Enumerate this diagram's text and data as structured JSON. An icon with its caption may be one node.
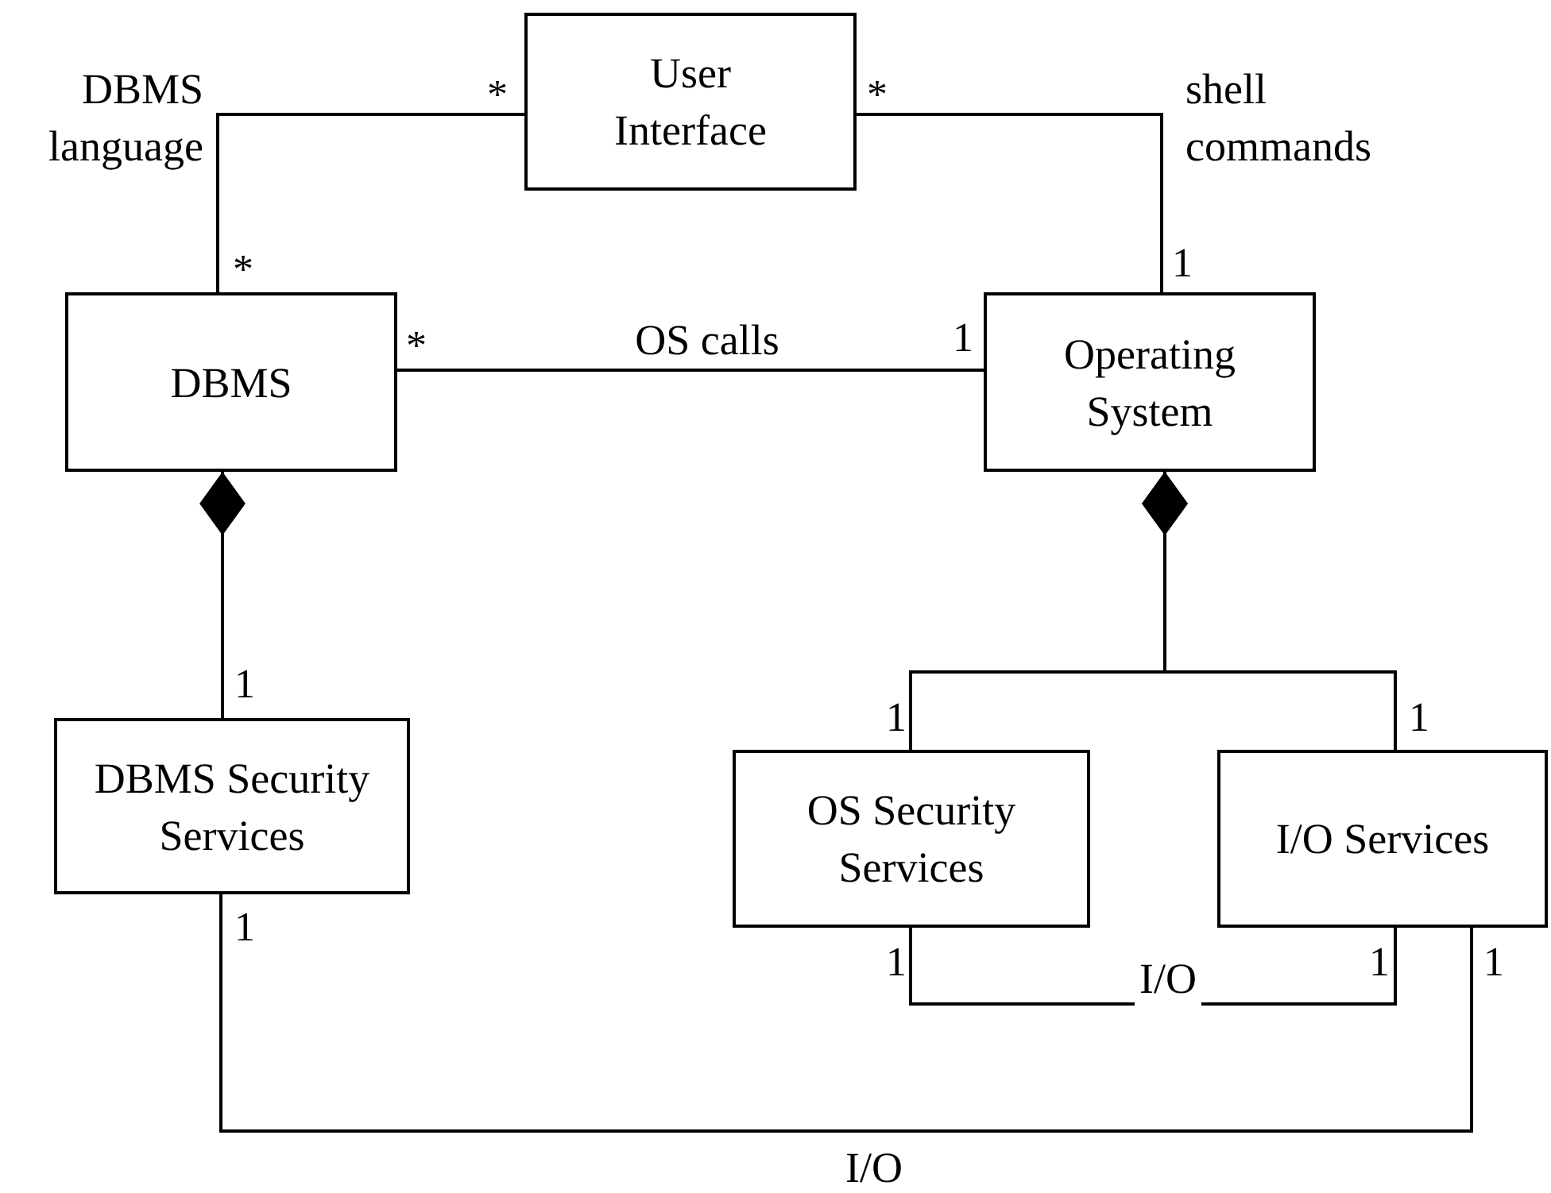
{
  "diagram": {
    "nodes": [
      {
        "text": [
          "User Interface"
        ]
      },
      {
        "text": [
          "DBMS"
        ]
      },
      {
        "text": [
          "Operating System"
        ]
      },
      {
        "text": [
          "DBMS Security Services"
        ]
      },
      {
        "text": [
          "OS Security Services"
        ]
      },
      {
        "text": [
          "I/O Services"
        ]
      }
    ],
    "edges": [
      {
        "from": 0,
        "to": 1,
        "arrow": "none",
        "label": "DBMS language"
      },
      {
        "from": 0,
        "to": 2,
        "arrow": "none",
        "label": "shell commands"
      },
      {
        "from": 1,
        "to": 2,
        "arrow": "none",
        "label": "OS calls"
      },
      {
        "from": 1,
        "to": 3,
        "arrow": "other"
      },
      {
        "from": 2,
        "to": 4,
        "arrow": "other"
      },
      {
        "from": 2,
        "to": 5,
        "arrow": "other"
      },
      {
        "from": 4,
        "to": 5,
        "arrow": "none",
        "label": "I/O"
      },
      {
        "from": 3,
        "to": 5,
        "arrow": "none",
        "label": "I/O"
      }
    ],
    "labels": [
      "*",
      "*",
      "*",
      "1",
      "*",
      "1",
      "1",
      "1",
      "1",
      "1",
      "1",
      "1",
      "1"
    ]
  }
}
